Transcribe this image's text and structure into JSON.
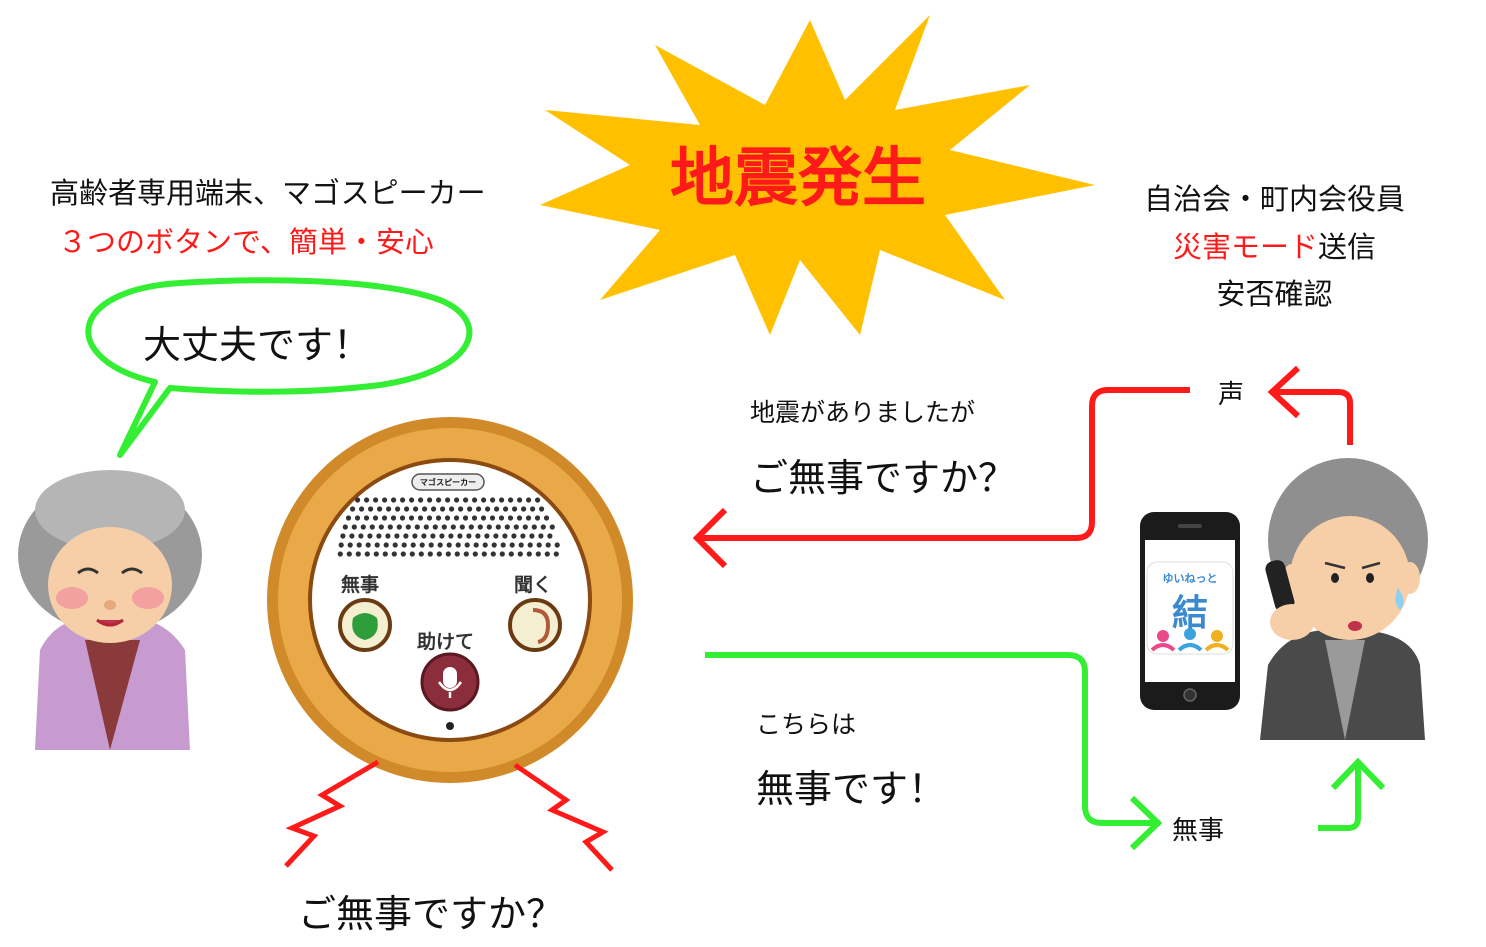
{
  "burst": {
    "label": "地震発生"
  },
  "elder_info": {
    "line1": "高齢者専用端末、マゴスピーカー",
    "line2": "３つのボタンで、簡単・安心"
  },
  "officer_info": {
    "line1": "自治会・町内会役員",
    "line2_red": "災害モード",
    "line2_rest": "送信",
    "line3": "安否確認"
  },
  "speech_bubble": {
    "text": "大丈夫です！"
  },
  "speaker": {
    "brand": "マゴスピーカー",
    "safe_label": "無事",
    "listen_label": "聞く",
    "help_label": "助けて"
  },
  "bottom_caption": "ご無事ですか？",
  "outgoing_message": {
    "line1": "地震がありましたが",
    "line2": "ご無事ですか？"
  },
  "incoming_message": {
    "line1": "こちらは",
    "line2": "無事です！"
  },
  "voice_label": "声",
  "safe_label": "無事",
  "app_icon": {
    "small_text": "ゆいねっと",
    "kanji": "結"
  },
  "colors": {
    "burst": "#ffc000",
    "red": "#ff1a1a",
    "green": "#33ee33",
    "speaker_ring": "#d08a2a"
  }
}
